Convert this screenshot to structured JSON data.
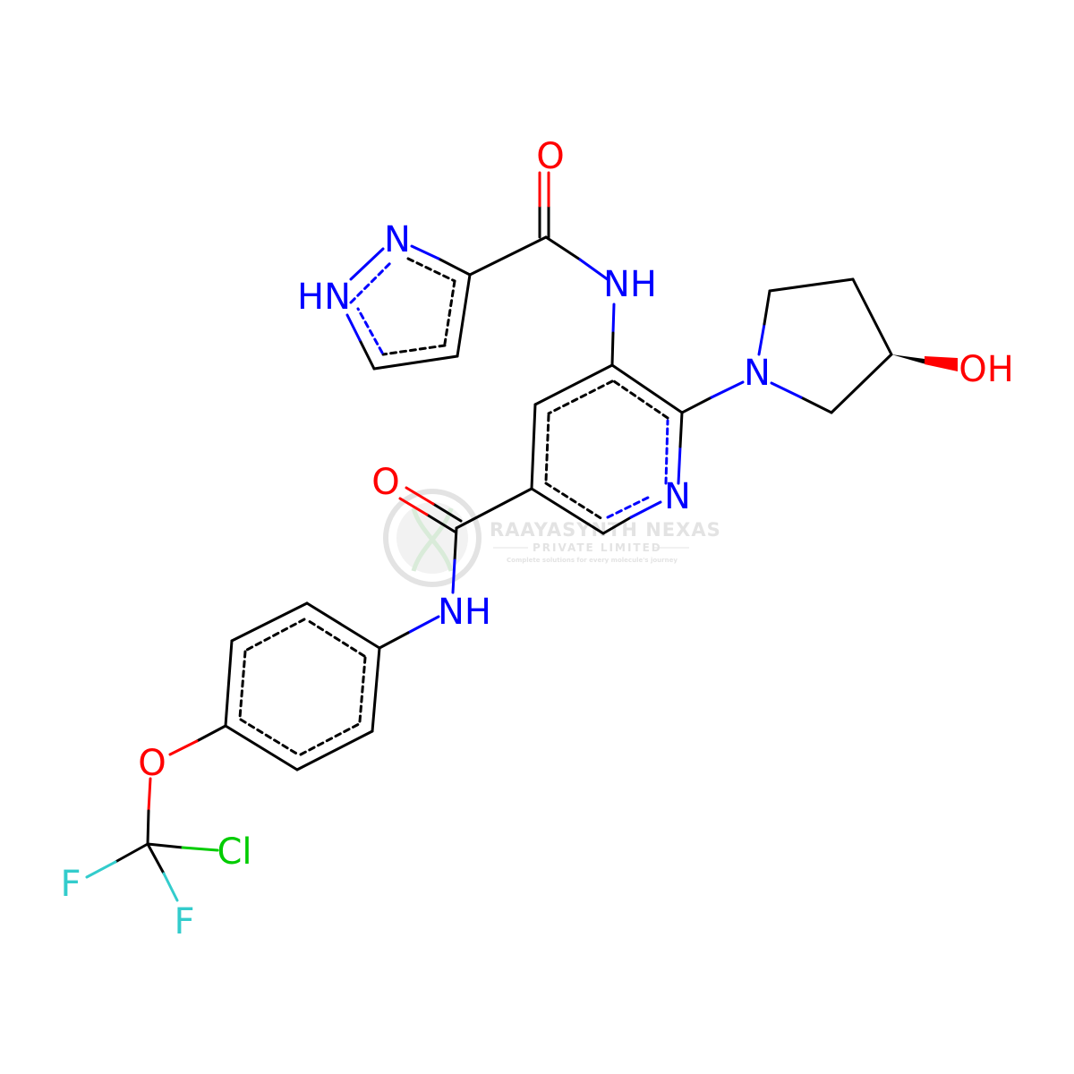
{
  "colors": {
    "carbon_bond": "#000000",
    "nitrogen": "#0000ff",
    "oxygen": "#ff0000",
    "fluorine": "#33cccc",
    "chlorine": "#00cc00",
    "watermark": "#c8c8c8"
  },
  "atoms": {
    "o_pyrazole_carbonyl": "O",
    "n_pyrazole": "N",
    "nh_pyrazole": "HN",
    "nh_amide_top": "NH",
    "n_pyrrolidine": "N",
    "oh": "OH",
    "n_pyridine": "N",
    "o_amide_left": "O",
    "nh_amide_bottom": "NH",
    "o_ether": "O",
    "cl": "Cl",
    "f_left": "F",
    "f_bottom": "F"
  },
  "watermark": {
    "company": "RAAYASYNTH NEXAS",
    "subtitle": "PRIVATE LIMITED",
    "tagline": "Complete solutions for every molecule's journey"
  }
}
